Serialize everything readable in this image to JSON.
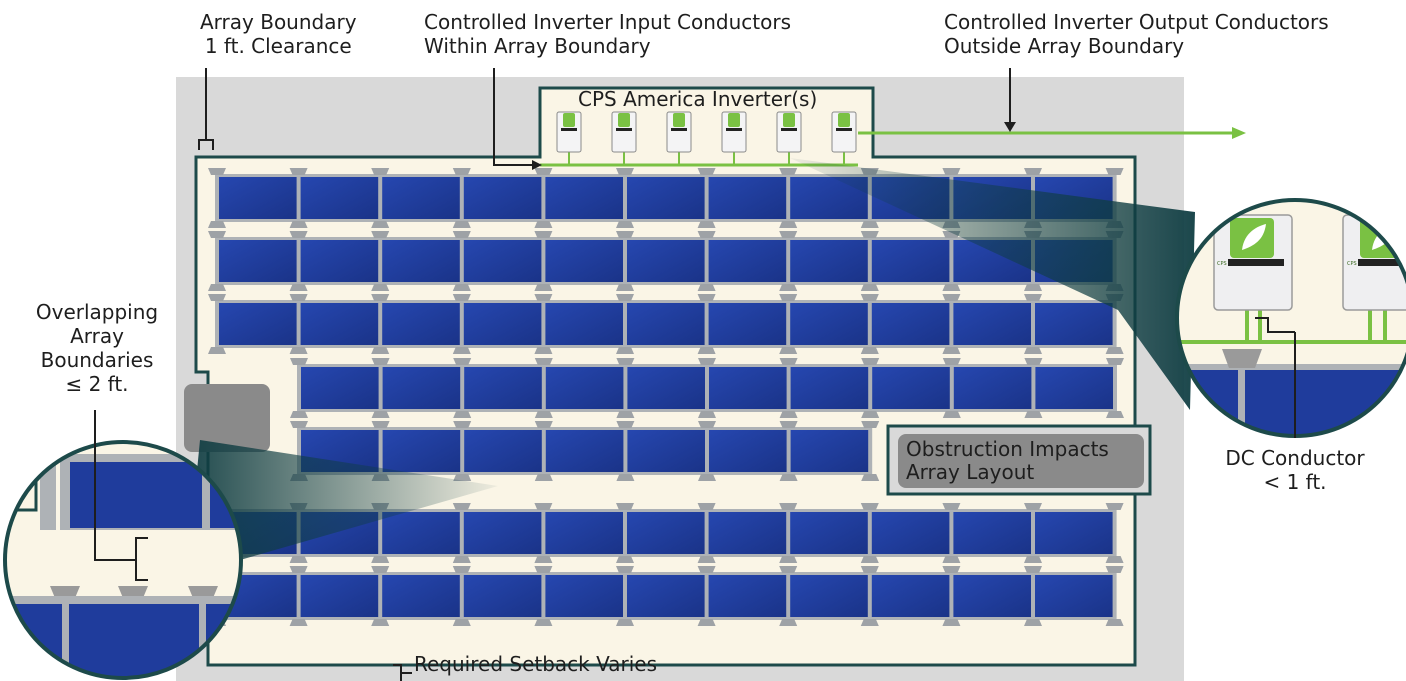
{
  "labels": {
    "array_boundary": [
      "Array Boundary",
      "1 ft. Clearance"
    ],
    "input_conductors": [
      "Controlled Inverter Input Conductors",
      "Within Array Boundary"
    ],
    "output_conductors": [
      "Controlled Inverter Output Conductors",
      "Outside Array Boundary"
    ],
    "inverters": "CPS America Inverter(s)",
    "overlapping": [
      "Overlapping",
      "Array",
      "Boundaries",
      "≤ 2 ft."
    ],
    "obstruction": [
      "Obstruction Impacts",
      "Array Layout"
    ],
    "dc_conductor": [
      "DC Conductor",
      "< 1 ft."
    ],
    "setback": "Required Setback Varies"
  },
  "inverter_brand": "CPS",
  "colors": {
    "roof": "#d9d9d9",
    "boundary_fill": "#faf5e6",
    "boundary_line": "#1d4a4a",
    "panel": "#1f3c9c",
    "panel_frame": "#aeb2b6",
    "conductor": "#7ac143",
    "obstruction": "#8a8a8a",
    "text": "#1e1e1e"
  }
}
